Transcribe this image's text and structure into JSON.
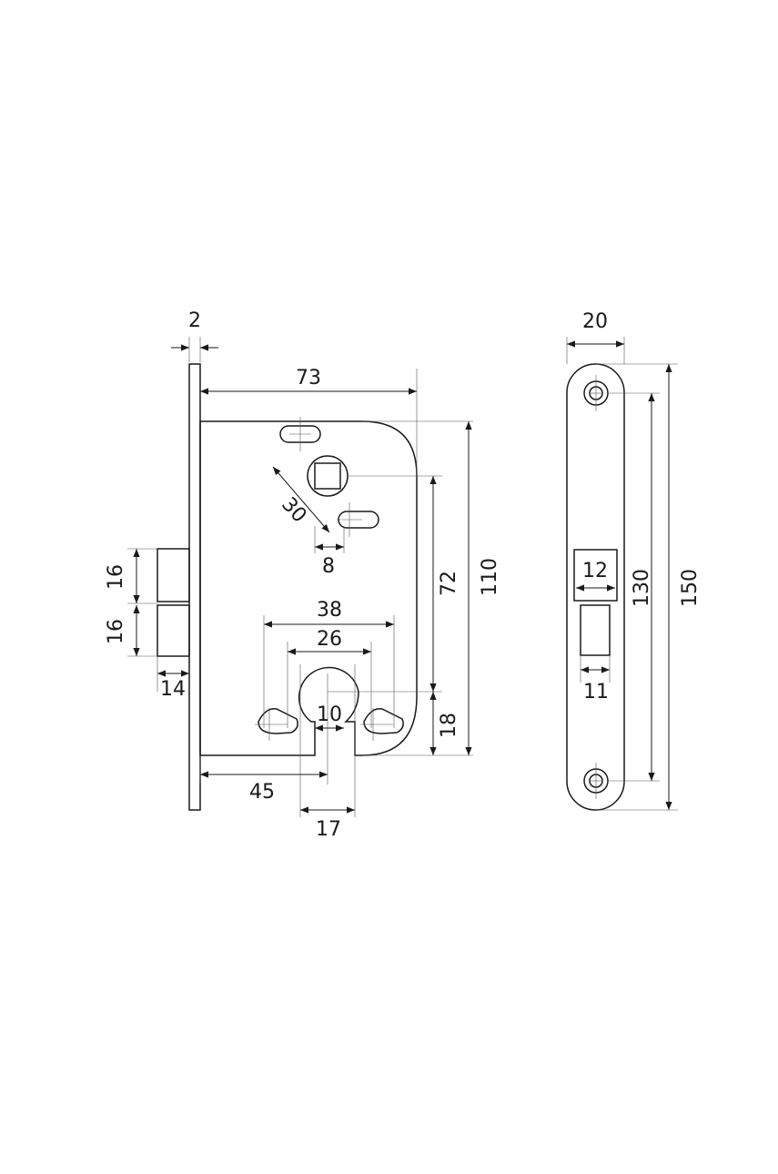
{
  "lock_body": {
    "dims": {
      "faceplate_thickness": "2",
      "case_width": "73",
      "spindle_slot_spacing": "30",
      "slot_offset": "8",
      "latch_height": "16",
      "bolt_height": "16",
      "bolt_projection": "14",
      "cyl_outer_span": "38",
      "cyl_inner_span": "26",
      "cyl_bore": "10",
      "backset": "45",
      "cyl_width": "17",
      "centre_distance": "72",
      "case_height": "110",
      "cyl_to_bottom": "18"
    }
  },
  "strike_plate": {
    "dims": {
      "width": "20",
      "window_width": "12",
      "window_margin": "11",
      "screw_centres": "130",
      "length": "150"
    }
  }
}
